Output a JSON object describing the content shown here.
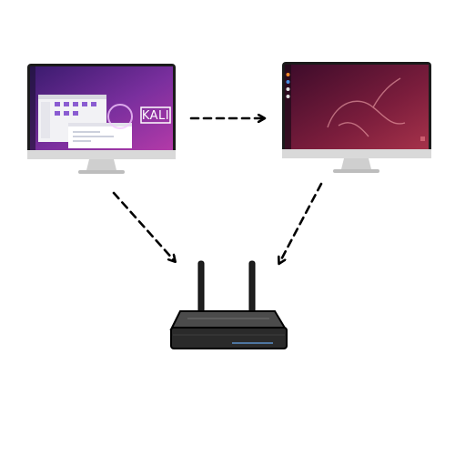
{
  "nodes": {
    "left_computer": {
      "wallpaper_colors": [
        "#3a1b6e",
        "#7a2f9e",
        "#b33aa8"
      ],
      "logo_text": "KALI",
      "icon": "monitor-icon"
    },
    "right_computer": {
      "wallpaper_colors": [
        "#3c0b2a",
        "#7b1d3c",
        "#a6324a"
      ],
      "icon": "monitor-icon"
    },
    "router": {
      "icon": "router-icon",
      "body_color": "#2a2a2a"
    }
  },
  "connections": [
    {
      "from": "left_computer",
      "to": "right_computer",
      "style": "dashed"
    },
    {
      "from": "left_computer",
      "to": "router",
      "style": "dashed"
    },
    {
      "from": "right_computer",
      "to": "router",
      "style": "dashed"
    }
  ]
}
